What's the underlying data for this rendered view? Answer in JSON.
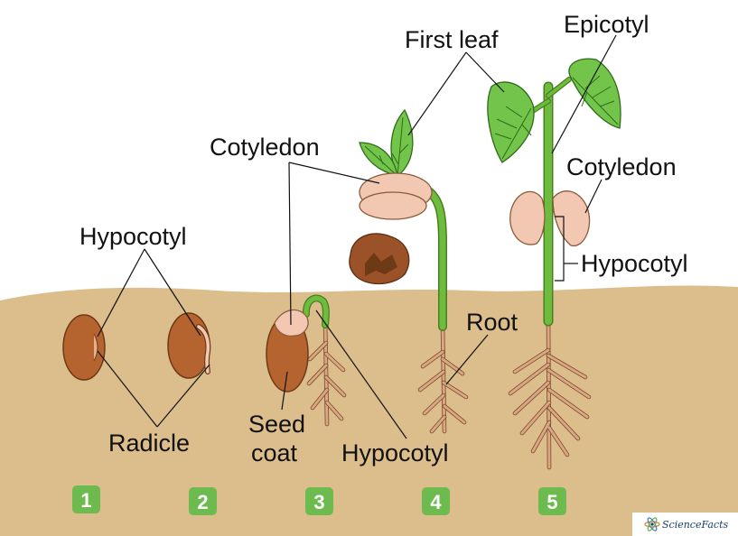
{
  "labels": {
    "hypocotyl_1": "Hypocotyl",
    "radicle": "Radicle",
    "cotyledon_left": "Cotyledon",
    "seed_coat_line1": "Seed",
    "seed_coat_line2": "coat",
    "hypocotyl_3": "Hypocotyl",
    "first_leaf": "First leaf",
    "root": "Root",
    "epicotyl": "Epicotyl",
    "cotyledon_right": "Cotyledon",
    "hypocotyl_5": "Hypocotyl"
  },
  "steps": [
    "1",
    "2",
    "3",
    "4",
    "5"
  ],
  "logo": "ScienceFacts",
  "colors": {
    "soil": "#dcbd8c",
    "seed": "#b6642f",
    "cotyledon": "#f2c8b2",
    "stem": "#6ebc3e",
    "leaf": "#73c44a",
    "root": "#f1d7c4",
    "badge": "#6dbb4f",
    "old_coat": "#9b5228"
  },
  "icons": {
    "logo": "atom-icon"
  }
}
